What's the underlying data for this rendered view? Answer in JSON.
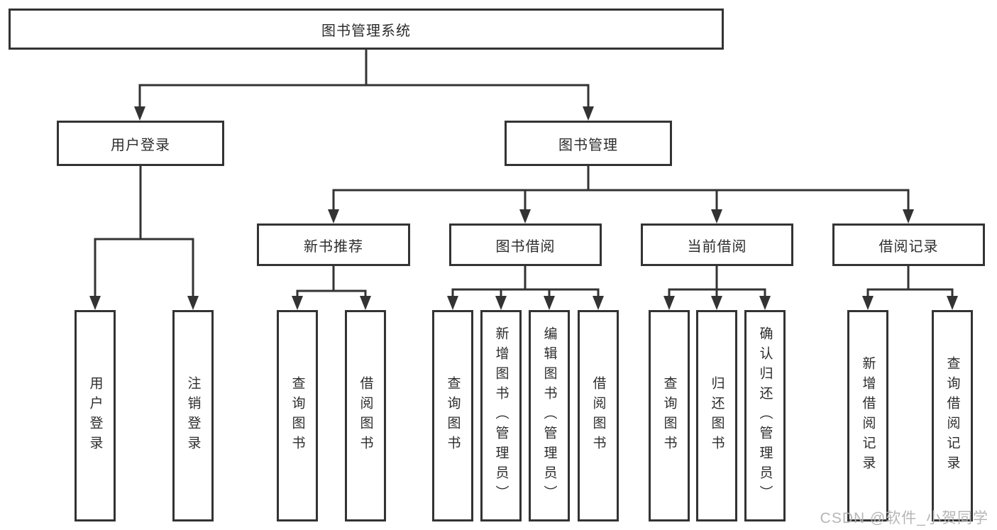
{
  "colors": {
    "line": "#333333",
    "box_border": "#333333",
    "box_background": "#ffffff",
    "text": "#2d2d2d",
    "watermark": "#b2b2b2"
  },
  "watermark": {
    "text": "CSDN @软件_小贺同学"
  },
  "tree": {
    "root": "图书管理系统",
    "children": [
      {
        "label": "用户登录",
        "children": [
          {
            "label": "用户登录"
          },
          {
            "label": "注销登录"
          }
        ]
      },
      {
        "label": "图书管理",
        "children": [
          {
            "label": "新书推荐",
            "children": [
              {
                "label": "查询图书"
              },
              {
                "label": "借阅图书"
              }
            ]
          },
          {
            "label": "图书借阅",
            "children": [
              {
                "label": "查询图书"
              },
              {
                "label": "新增图书（管理员）"
              },
              {
                "label": "编辑图书（管理员）"
              },
              {
                "label": "借阅图书"
              }
            ]
          },
          {
            "label": "当前借阅",
            "children": [
              {
                "label": "查询图书"
              },
              {
                "label": "归还图书"
              },
              {
                "label": "确认归还（管理员）"
              }
            ]
          },
          {
            "label": "借阅记录",
            "children": [
              {
                "label": "新增借阅记录"
              },
              {
                "label": "查询借阅记录"
              }
            ]
          }
        ]
      }
    ]
  }
}
